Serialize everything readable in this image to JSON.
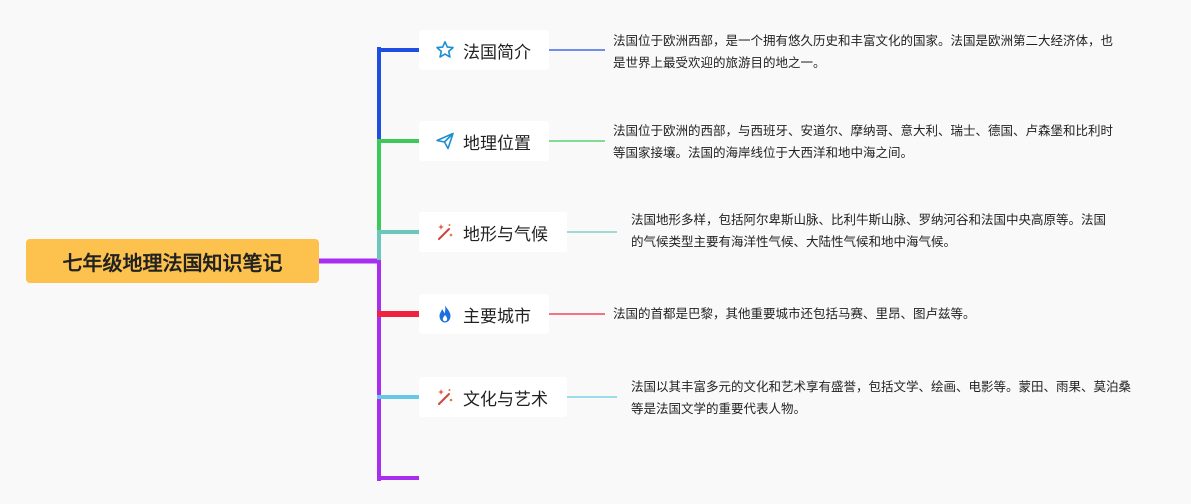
{
  "title": "七年级地理法国知识笔记",
  "branches": [
    {
      "label": "法国简介",
      "icon": "star-icon",
      "color": "#1f4fe0",
      "note": "法国位于欧洲西部，是一个拥有悠久历史和丰富文化的国家。法国是欧洲第二大经济体，也是世界上最受欢迎的旅游目的地之一。"
    },
    {
      "label": "地理位置",
      "icon": "paper-plane-icon",
      "color": "#3cc95a",
      "note": "法国位于欧洲的西部，与西班牙、安道尔、摩纳哥、意大利、瑞士、德国、卢森堡和比利时等国家接壤。法国的海岸线位于大西洋和地中海之间。"
    },
    {
      "label": "地形与气候",
      "icon": "magic-wand-icon",
      "color": "#6cc6bc",
      "note": "法国地形多样，包括阿尔卑斯山脉、比利牛斯山脉、罗纳河谷和法国中央高原等。法国的气候类型主要有海洋性气候、大陆性气候和地中海气候。"
    },
    {
      "label": "主要城市",
      "icon": "flame-icon",
      "color": "#f0233f",
      "note": "法国的首都是巴黎，其他重要城市还包括马赛、里昂、图卢兹等。"
    },
    {
      "label": "文化与艺术",
      "icon": "magic-wand-icon",
      "color": "#66c8e6",
      "note": "法国以其丰富多元的文化和艺术享有盛誉，包括文学、绘画、电影等。蒙田、雨果、莫泊桑等是法国文学的重要代表人物。"
    },
    {
      "label": "",
      "icon": "",
      "color": "#a82ef0",
      "note": ""
    }
  ],
  "colors": {
    "root_fill": "#fcc24d",
    "trunk": "#a82ef0",
    "background": "#f9f9f9"
  }
}
